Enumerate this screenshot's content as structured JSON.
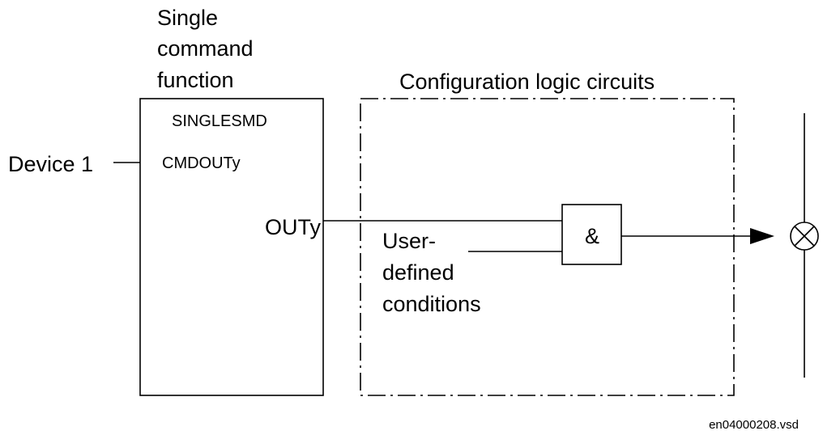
{
  "function_title_lines": [
    "Single",
    "command",
    "function"
  ],
  "block": {
    "name": "SINGLESMD",
    "input_label": "CMDOUTy",
    "output_label": "OUTy"
  },
  "input_source": "Device 1",
  "logic_area_title": "Configuration logic circuits",
  "and_gate_symbol": "&",
  "user_condition_lines": [
    "User-",
    "defined",
    "conditions"
  ],
  "output_symbol": "lamp",
  "file_label": "en04000208.vsd"
}
